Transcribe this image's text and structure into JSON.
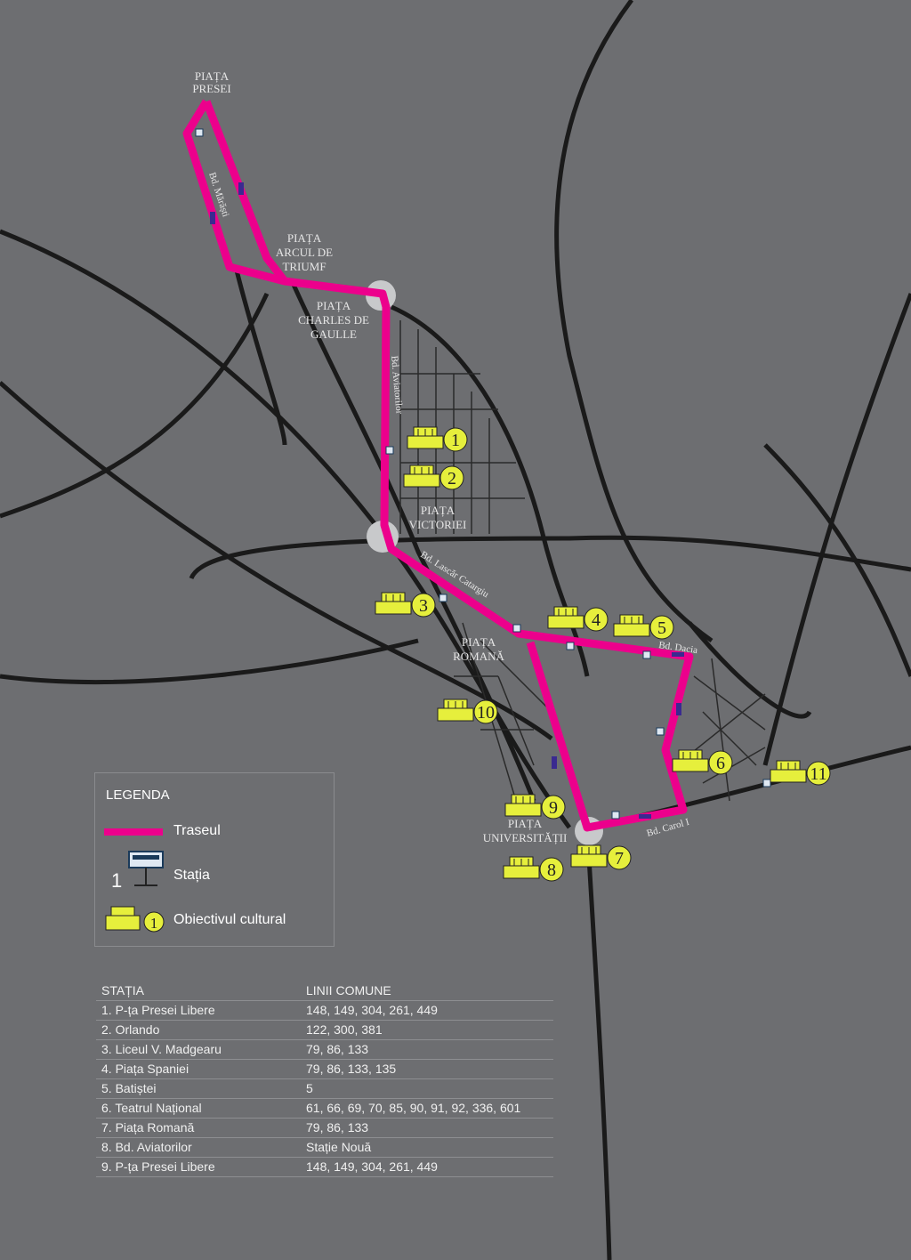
{
  "places": {
    "presei": [
      "PIAȚA",
      "PRESEI"
    ],
    "arcul": [
      "PIAȚA",
      "ARCUL DE",
      "TRIUMF"
    ],
    "charles": [
      "PIAȚA",
      "CHARLES DE",
      "GAULLE"
    ],
    "victoriei": [
      "PIAȚA",
      "VICTORIEI"
    ],
    "romana": [
      "PIAȚA",
      "ROMANĂ"
    ],
    "universitatii": [
      "PIAȚA",
      "UNIVERSITĂȚII"
    ]
  },
  "streets": {
    "marasti": "Bd. Mărăști",
    "aviatorilor": "Bd. Aviatorilor",
    "lascar": "Bd. Lascăr Catargiu",
    "dacia": "Bd. Dacia",
    "carol": "Bd. Carol I"
  },
  "cultural_objectives": [
    "1",
    "2",
    "3",
    "4",
    "5",
    "6",
    "7",
    "8",
    "9",
    "10",
    "11"
  ],
  "colors": {
    "route": "#ec008c",
    "marker": "#e6ef3c",
    "roads": "#1a1a1a",
    "background": "#6d6e71"
  },
  "legend": {
    "title": "LEGENDA",
    "route_label": "Traseul",
    "station_label": "Stația",
    "station_number": "1",
    "cultural_label": "Obiectivul cultural",
    "cultural_number": "1"
  },
  "table": {
    "headers": [
      "STAȚIA",
      "LINII COMUNE"
    ],
    "rows": [
      [
        "1. P-ța Presei Libere",
        "148, 149, 304, 261, 449"
      ],
      [
        "2. Orlando",
        "122, 300, 381"
      ],
      [
        "3. Liceul V. Madgearu",
        "79, 86, 133"
      ],
      [
        "4. Piața Spaniei",
        "79, 86, 133, 135"
      ],
      [
        "5. Batiștei",
        "5"
      ],
      [
        "6. Teatrul Național",
        "61, 66, 69, 70, 85, 90, 91, 92, 336, 601"
      ],
      [
        "7. Piața Romană",
        "79, 86, 133"
      ],
      [
        "8. Bd. Aviatorilor",
        "Stație Nouă"
      ],
      [
        "9. P-ța Presei Libere",
        "148, 149, 304, 261, 449"
      ]
    ]
  }
}
